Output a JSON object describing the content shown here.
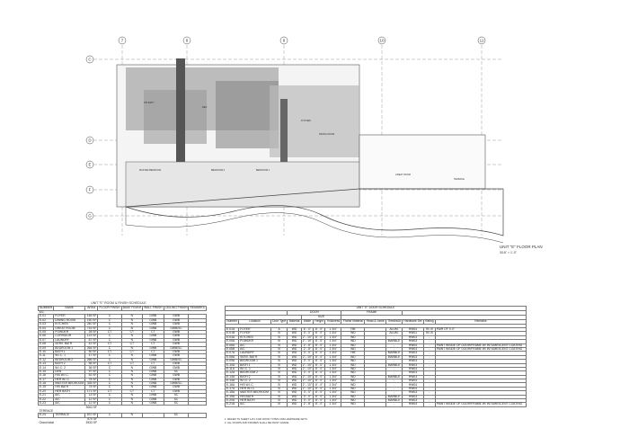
{
  "plan": {
    "title": "UNIT \"E\" FLOOR PLAN",
    "scale": "3/16\" = 1'-0\"",
    "columns": [
      "7",
      "8",
      "9",
      "10",
      "11"
    ],
    "rows": [
      "C",
      "D",
      "E",
      "F",
      "G"
    ],
    "rooms": [
      "MASTER BEDROOM",
      "BEDROOM 2",
      "BEDROOM 1",
      "KITCHEN",
      "DINING ROOM",
      "GREAT ROOM",
      "TERRACE",
      "DEN",
      "HIS BATH"
    ]
  },
  "room_schedule": {
    "title": "UNIT \"E\" ROOM & FINISH SCHEDULE",
    "headers": [
      "NUMBER",
      "NAME",
      "AREA",
      "FLOOR FINISH",
      "BASE FINISH",
      "WALL FINISH",
      "CEILING FINISH",
      "REMARKS"
    ],
    "group_ac": "A/C",
    "group_terrace": "TERRACE",
    "rows": [
      [
        "E-01",
        "FOYER",
        "146 SF",
        "C",
        "N",
        "GWB",
        "GWB"
      ],
      [
        "E-02",
        "DINING ROOM",
        "150 SF",
        "C",
        "N",
        "GWB",
        "GWB"
      ],
      [
        "E-03",
        "KITCHEN",
        "240 SF",
        "C",
        "N",
        "GWB",
        "GWB"
      ],
      [
        "E-04",
        "GREAT ROOM",
        "715 SF",
        "C",
        "N",
        "GWB",
        "GWB/SC"
      ],
      [
        "E-05",
        "POWDER",
        "28 SF",
        "CT",
        "CT",
        "CT",
        "GWB"
      ],
      [
        "E-06",
        "CORRIDOR",
        "123 SF",
        "C",
        "N",
        "GWB",
        "GWB"
      ],
      [
        "E-07",
        "LAUNDRY",
        "87 SF",
        "C",
        "N",
        "GWB",
        "GWB"
      ],
      [
        "E-08",
        "SERV. BATH",
        "42 SF",
        "CT",
        "CT",
        "CT",
        "GWB"
      ],
      [
        "E-09",
        "BEDROOM 1",
        "264 SF",
        "C",
        "N",
        "GWB",
        "GWB/SC"
      ],
      [
        "E-10",
        "BATH 1",
        "50 SF",
        "CT",
        "CT",
        "CT",
        "GWB"
      ],
      [
        "E-11",
        "W.I.C. 1",
        "47 SF",
        "C",
        "N",
        "GWB",
        "GWB"
      ],
      [
        "E-12",
        "BEDROOM 2",
        "266 SF",
        "C",
        "N",
        "GWB",
        "GWB/SC"
      ],
      [
        "E-13",
        "BATH 2",
        "58 SF",
        "CT",
        "CT",
        "CT",
        "GWB"
      ],
      [
        "E-14",
        "W.I.C. 2",
        "36 SF",
        "C",
        "N",
        "GWB",
        "GWB"
      ],
      [
        "E-15",
        "DEN",
        "97 SF",
        "C",
        "N",
        "GWB",
        "SC"
      ],
      [
        "E-16",
        "HIS W.I.C.",
        "52 SF",
        "C",
        "N",
        "GWB",
        "GWB"
      ],
      [
        "E-17",
        "HER W.I.C.",
        "78 SF",
        "C",
        "N",
        "GWB",
        "GWB"
      ],
      [
        "E-18",
        "MASTER BEDROOM",
        "335 SF",
        "C",
        "N",
        "GWB",
        "GWB/SC"
      ],
      [
        "E-19",
        "HIS BATH",
        "75 SF",
        "C",
        "N",
        "GWB",
        "GWB"
      ],
      [
        "E-20",
        "HER BATH",
        "171 SF",
        "CT",
        "CT",
        "CT",
        "GWB"
      ],
      [
        "E-21",
        "A/C",
        "13 SF",
        "C",
        "N",
        "GWB",
        "SC"
      ],
      [
        "E-22",
        "A/C",
        "12 SF",
        "C",
        "N",
        "GWB",
        "SC"
      ],
      [
        "E-23",
        "A/C",
        "12 SF",
        "C",
        "N",
        "GWB",
        "SC"
      ]
    ],
    "ac_total": "3063 SF",
    "terrace_rows": [
      [
        "E-24",
        "TERRACE",
        "870 SF",
        "C",
        "N",
        "-",
        "SC"
      ]
    ],
    "terrace_total": "870 SF",
    "grand_total_label": "Grand total",
    "grand_total": "3933 SF"
  },
  "door_schedule": {
    "title": "UNIT \"E\" DOOR SCHEDULE",
    "door_group": "DOOR",
    "frame_group": "FRAME",
    "size_group": "SIZE",
    "headers": [
      "Number",
      "Location",
      "Door Type",
      "Material",
      "Width",
      "Height",
      "Thickness",
      "Frame Material",
      "Head & Jamb",
      "Threshold",
      "Hardware Set",
      "Rating",
      "Remarks"
    ],
    "rows": [
      [
        "E-01A",
        "FOYER",
        "A",
        "WD",
        "6' - 0\"",
        "8' - 0\"",
        "1 3/4\"",
        "HM",
        "",
        "ALUM.",
        "HW04",
        "90 -B",
        "PAIR OF 3'-0\""
      ],
      [
        "E-01B",
        "FOYER",
        "B",
        "WD",
        "3' - 0\"",
        "8' - 0\"",
        "1 3/4\"",
        "WD",
        "",
        "ALUM.",
        "HW01",
        "90 -B",
        ""
      ],
      [
        "E-03A",
        "KITCHEN",
        "B",
        "WD",
        "2' - 10\"",
        "8' - 0\"",
        "1 3/4\"",
        "WD",
        "",
        "-",
        "HW03",
        "-",
        ""
      ],
      [
        "E-05A",
        "POWDER",
        "B",
        "WD",
        "2' - 10\"",
        "8' - 0\"",
        "1 3/4\"",
        "WD",
        "",
        "MARBLE",
        "HW03",
        "-",
        ""
      ],
      [
        "E-06A",
        "A/C",
        "B",
        "WD",
        "2' - 8\"",
        "8' - 0\"",
        "1 3/4\"",
        "WD",
        "",
        "-",
        "HW04",
        "-",
        "PAINT INSIDE OF DOOR/FRAME W/ INTUMESCENT COATING"
      ],
      [
        "E-06B",
        "A/C",
        "B",
        "WD",
        "2' - 8\"",
        "8' - 0\"",
        "1 3/4\"",
        "WD",
        "",
        "-",
        "HW04",
        "-",
        "PAINT INSIDE OF DOOR/FRAME W/ INTUMESCENT COATING"
      ],
      [
        "E-07A",
        "LAUNDRY",
        "B",
        "WD",
        "3' - 0\"",
        "8' - 0\"",
        "1 3/4\"",
        "HM",
        "",
        "MARBLE",
        "HW03",
        "-",
        ""
      ],
      [
        "E-08A",
        "SERV. BATH",
        "B",
        "WD",
        "2' - 10\"",
        "8' - 0\"",
        "1 3/4\"",
        "WD",
        "",
        "MARBLE",
        "HW03",
        "-",
        ""
      ],
      [
        "E-09A",
        "BEDROOM 1",
        "B",
        "WD",
        "3' - 0\"",
        "8' - 0\"",
        "1 3/4\"",
        "WD",
        "",
        "-",
        "HW03",
        "-",
        ""
      ],
      [
        "E-10A",
        "BATH 1",
        "B",
        "WD",
        "2' - 10\"",
        "8' - 0\"",
        "1 3/4\"",
        "WD",
        "",
        "MARBLE",
        "HW03",
        "-",
        ""
      ],
      [
        "E-11A",
        "W.I.C. 1",
        "B",
        "WD",
        "2' - 10\"",
        "8' - 0\"",
        "1 3/4\"",
        "WD",
        "",
        "-",
        "HW04",
        "-",
        ""
      ],
      [
        "E-12A",
        "BEDROOM 2",
        "B",
        "WD",
        "3' - 0\"",
        "8' - 0\"",
        "1 3/4\"",
        "WD",
        "",
        "-",
        "HW03",
        "-",
        ""
      ],
      [
        "E-13A",
        "BATH 2",
        "B",
        "WD",
        "2' - 10\"",
        "8' - 0\"",
        "1 3/4\"",
        "WD",
        "",
        "MARBLE",
        "HW03",
        "-",
        ""
      ],
      [
        "E-14A",
        "W.I.C. 2",
        "B",
        "WD",
        "2' - 10\"",
        "8' - 0\"",
        "1 3/4\"",
        "WD",
        "",
        "-",
        "HW04",
        "-",
        ""
      ],
      [
        "E-16A",
        "HIS W.I.C.",
        "B",
        "WD",
        "2' - 10\"",
        "8' - 0\"",
        "1 3/4\"",
        "WD",
        "",
        "-",
        "HW04",
        "-",
        ""
      ],
      [
        "E-17A",
        "HER W.I.C.",
        "B",
        "WD",
        "2' - 10\"",
        "8' - 0\"",
        "1 3/4\"",
        "WD",
        "",
        "-",
        "HW04",
        "-",
        ""
      ],
      [
        "E-18A",
        "MASTER BEDROOM",
        "B",
        "WD",
        "3' - 0\"",
        "8' - 0\"",
        "1 3/4\"",
        "WD",
        "",
        "-",
        "HW03",
        "-",
        ""
      ],
      [
        "E-19A",
        "HIS BATH",
        "B",
        "WD",
        "3' - 0\"",
        "8' - 0\"",
        "1 3/4\"",
        "WD",
        "",
        "MARBLE",
        "HW03",
        "-",
        ""
      ],
      [
        "E-20A",
        "HER BATH",
        "B",
        "WD",
        "3' - 0\"",
        "8' - 0\"",
        "1 3/4\"",
        "WD",
        "",
        "MARBLE",
        "HW03",
        "-",
        ""
      ],
      [
        "E-21A",
        "A/C",
        "B",
        "WD",
        "2' - 8\"",
        "8' - 0\"",
        "1 3/4\"",
        "WD",
        "",
        "-",
        "HW04",
        "-",
        "PAINT INSIDE OF DOOR/FRAME W/ INTUMESCENT COATING"
      ]
    ],
    "notes": [
      "1. REFER TO SHEET A-8.1 FOR DOOR TYPES AND HARDWARE SETS",
      "2. ALL DOORS AND FRAMES SHALL BE PAINT GRADE"
    ]
  }
}
